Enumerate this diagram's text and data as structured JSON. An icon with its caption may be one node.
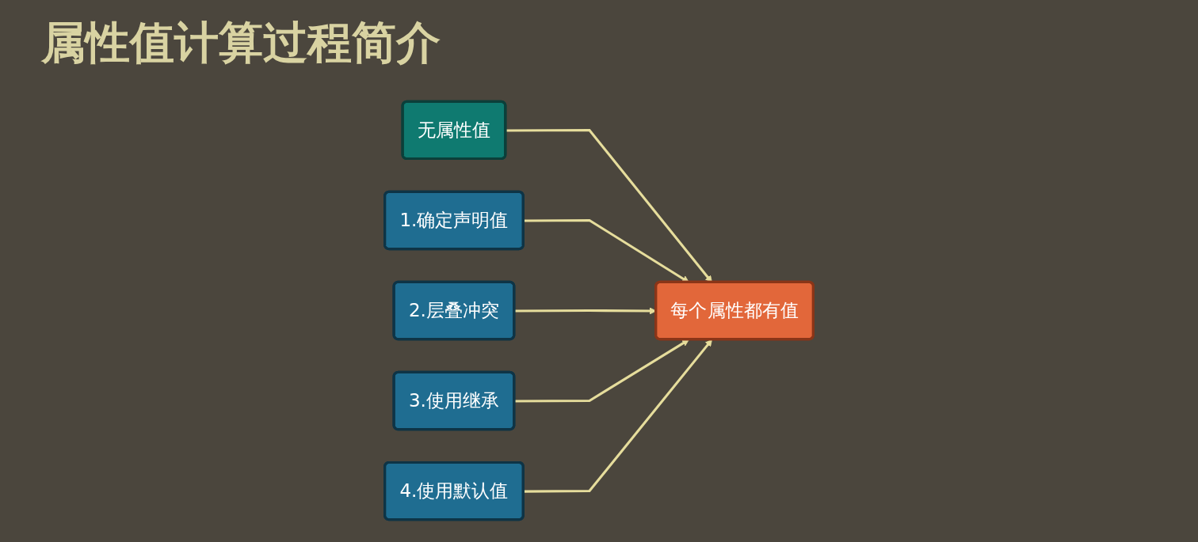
{
  "diagram": {
    "title": "属性值计算过程简介",
    "nodes": [
      {
        "text": [
          "无属性值"
        ]
      },
      {
        "text": [
          "1.确定声明值"
        ]
      },
      {
        "text": [
          "2.层叠冲突"
        ]
      },
      {
        "text": [
          "3.使用继承"
        ]
      },
      {
        "text": [
          "4.使用默认值"
        ]
      },
      {
        "text": [
          "每个属性都有值"
        ]
      }
    ],
    "edges": [
      {
        "from": 0,
        "to": 5,
        "arrow": "to"
      },
      {
        "from": 1,
        "to": 5,
        "arrow": "to"
      },
      {
        "from": 2,
        "to": 5,
        "arrow": "to"
      },
      {
        "from": 3,
        "to": 5,
        "arrow": "to"
      },
      {
        "from": 4,
        "to": 5,
        "arrow": "to"
      }
    ]
  }
}
